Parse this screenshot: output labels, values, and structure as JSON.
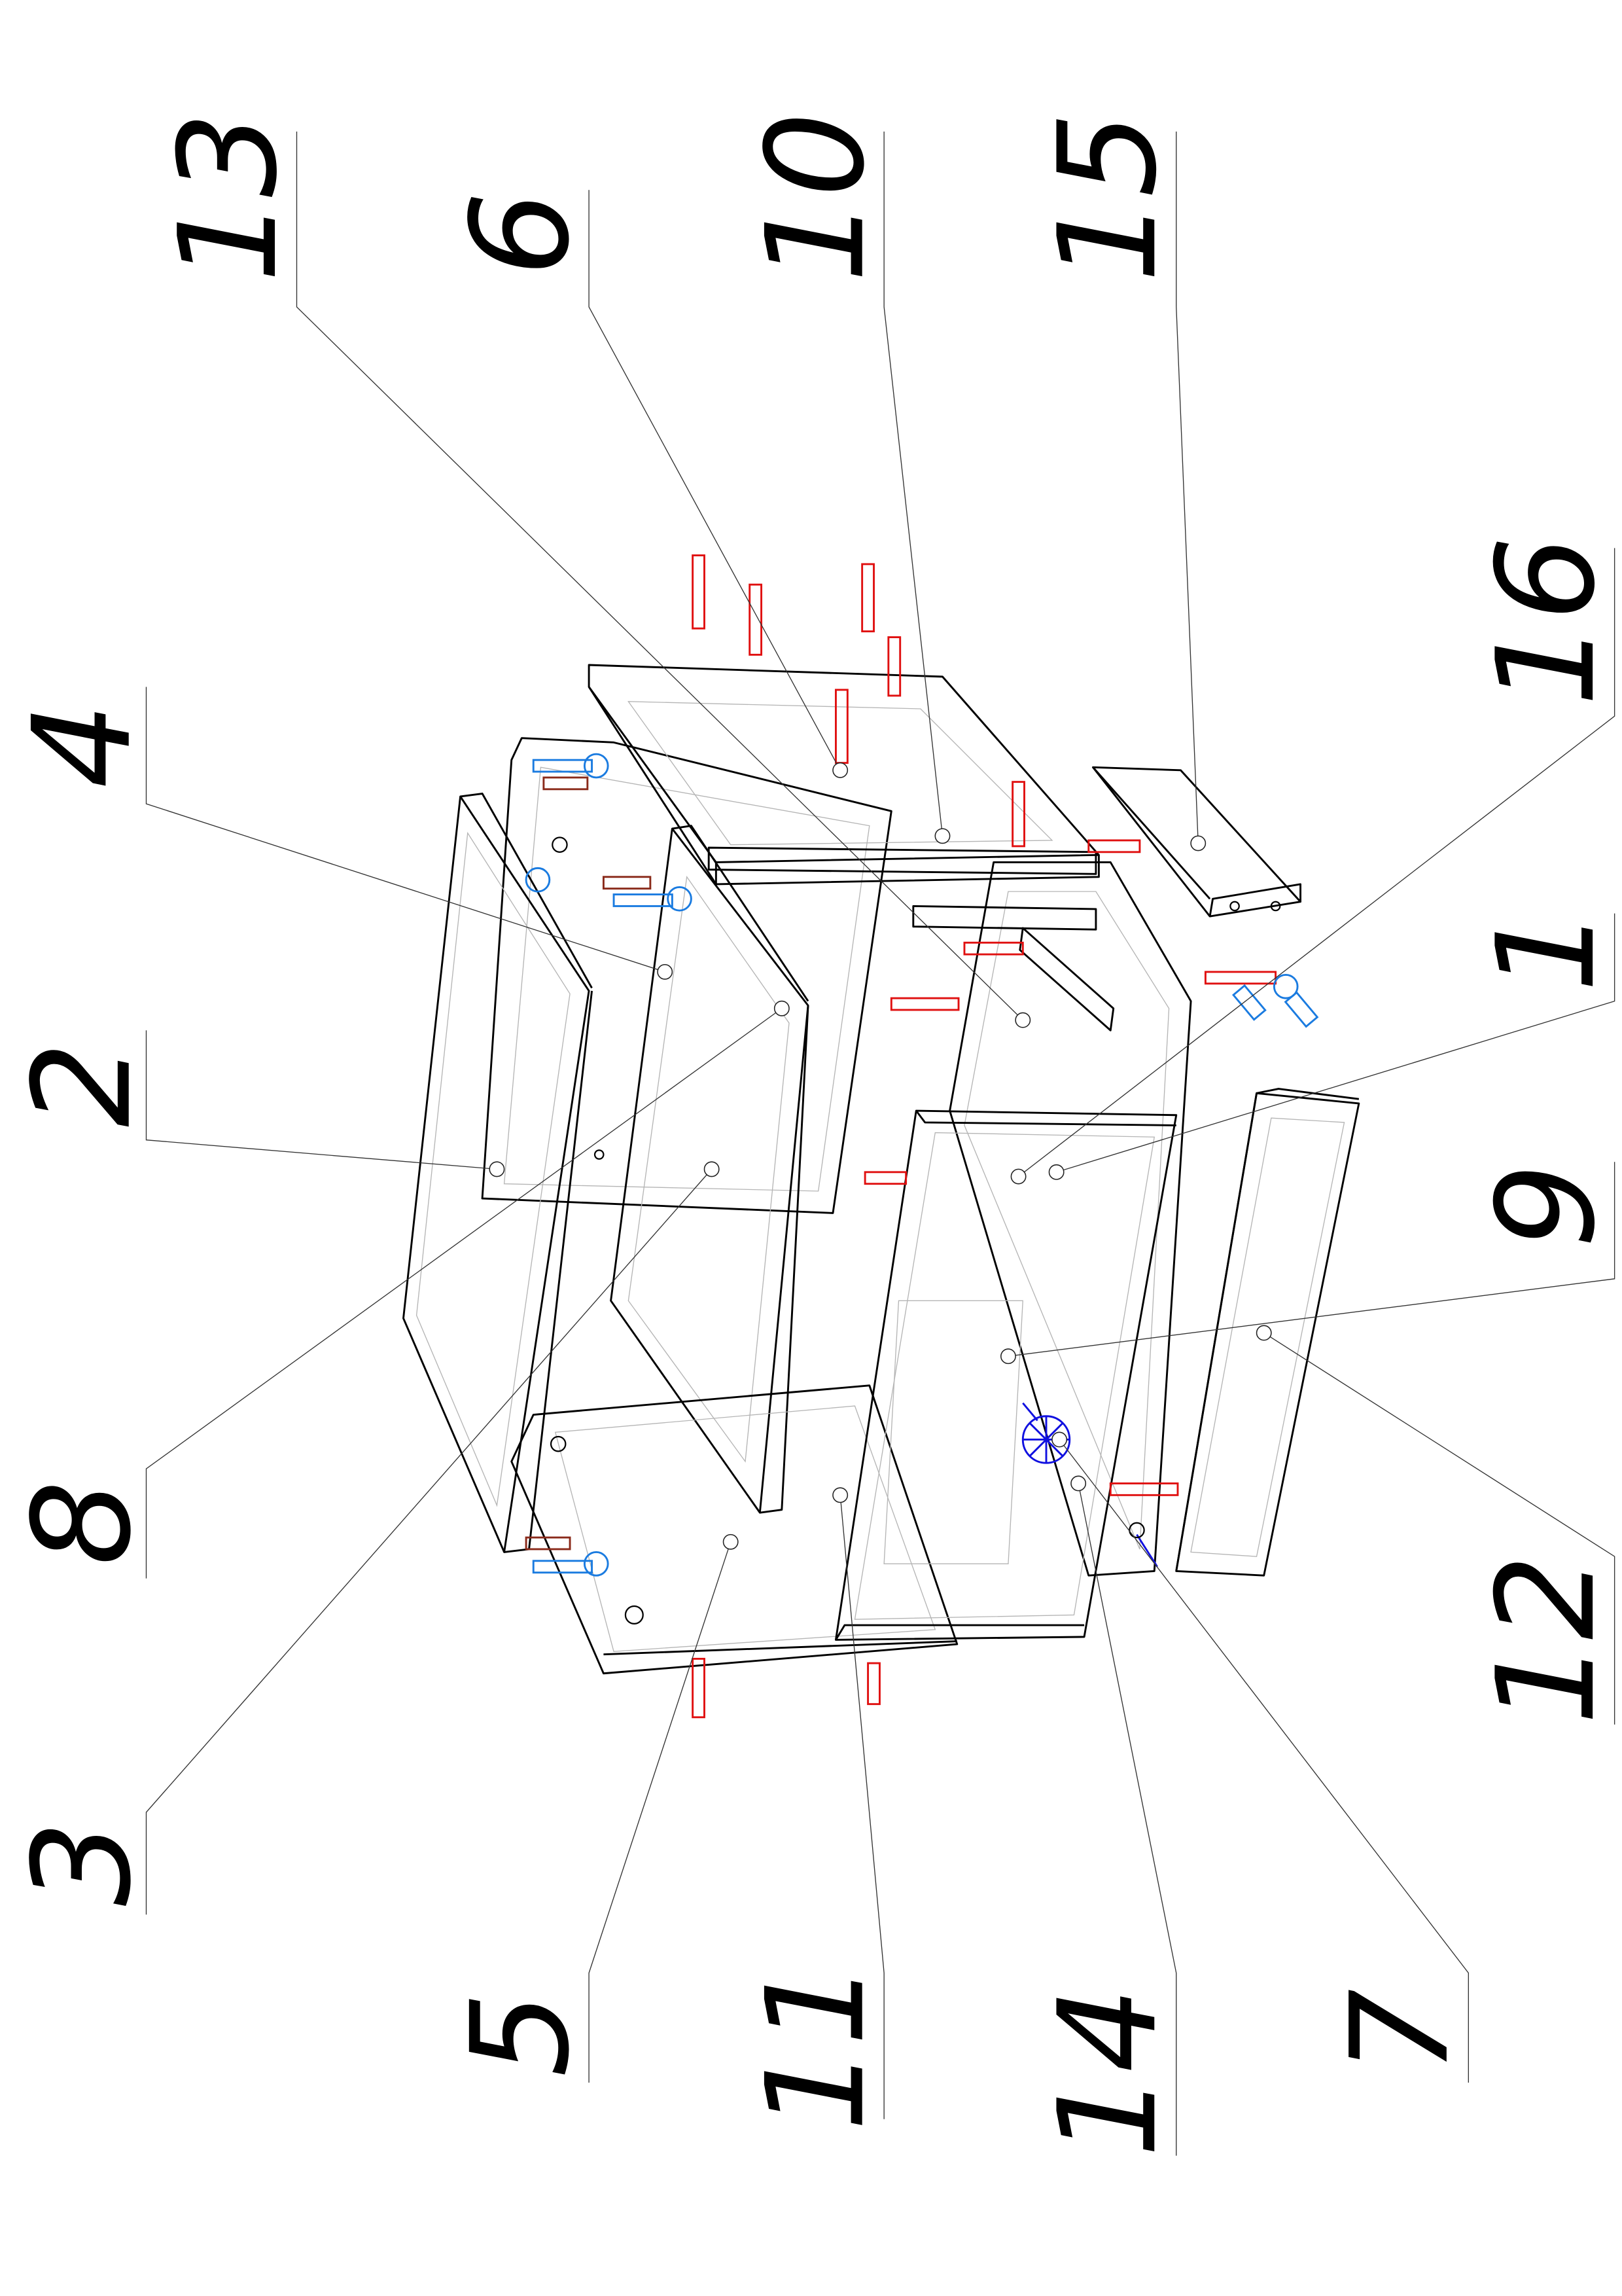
{
  "drawing": {
    "title": "Exploded assembly diagram",
    "callouts": [
      "4",
      "2",
      "8",
      "3",
      "13",
      "6",
      "10",
      "15",
      "16",
      "1",
      "9",
      "12",
      "5",
      "11",
      "14",
      "7"
    ],
    "colors": {
      "outline": "#000000",
      "confirmat_screw": "#e01010",
      "cam_fitting": "#1a7be0",
      "dowel": "#8a2a1a",
      "handle": "#1010e0"
    }
  }
}
